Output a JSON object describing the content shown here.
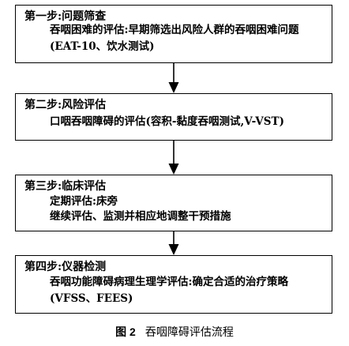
{
  "steps": [
    {
      "title": "第一步:问题筛查",
      "lines": [
        "吞咽困难的评估:早期筛选出风险人群的吞咽困难问题",
        "(EAT-10、饮水测试)"
      ]
    },
    {
      "title": "第二步:风险评估",
      "lines": [
        "口咽吞咽障碍的评估(容积-黏度吞咽测试,V-VST)"
      ]
    },
    {
      "title": "第三步:临床评估",
      "lines": [
        "定期评估:床旁",
        "继续评估、监测并相应地调整干预措施"
      ]
    },
    {
      "title": "第四步:仪器检测",
      "lines": [
        "吞咽功能障碍病理生理学评估:确定合适的治疗策略",
        "(VFSS、FEES)"
      ]
    }
  ],
  "caption": {
    "label": "图 2",
    "title": "吞咽障碍评估流程"
  }
}
